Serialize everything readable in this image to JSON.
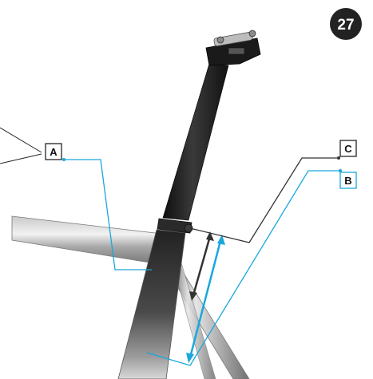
{
  "figure": {
    "step_number": "27",
    "labels": {
      "a": "A",
      "b": "B",
      "c": "C"
    }
  },
  "colors": {
    "callout_cyan": "#1aa7dc",
    "callout_dark": "#333333",
    "badge": "#222222",
    "frame_tube": "#9a9a9a",
    "seatpost": "#1c1c1c"
  }
}
